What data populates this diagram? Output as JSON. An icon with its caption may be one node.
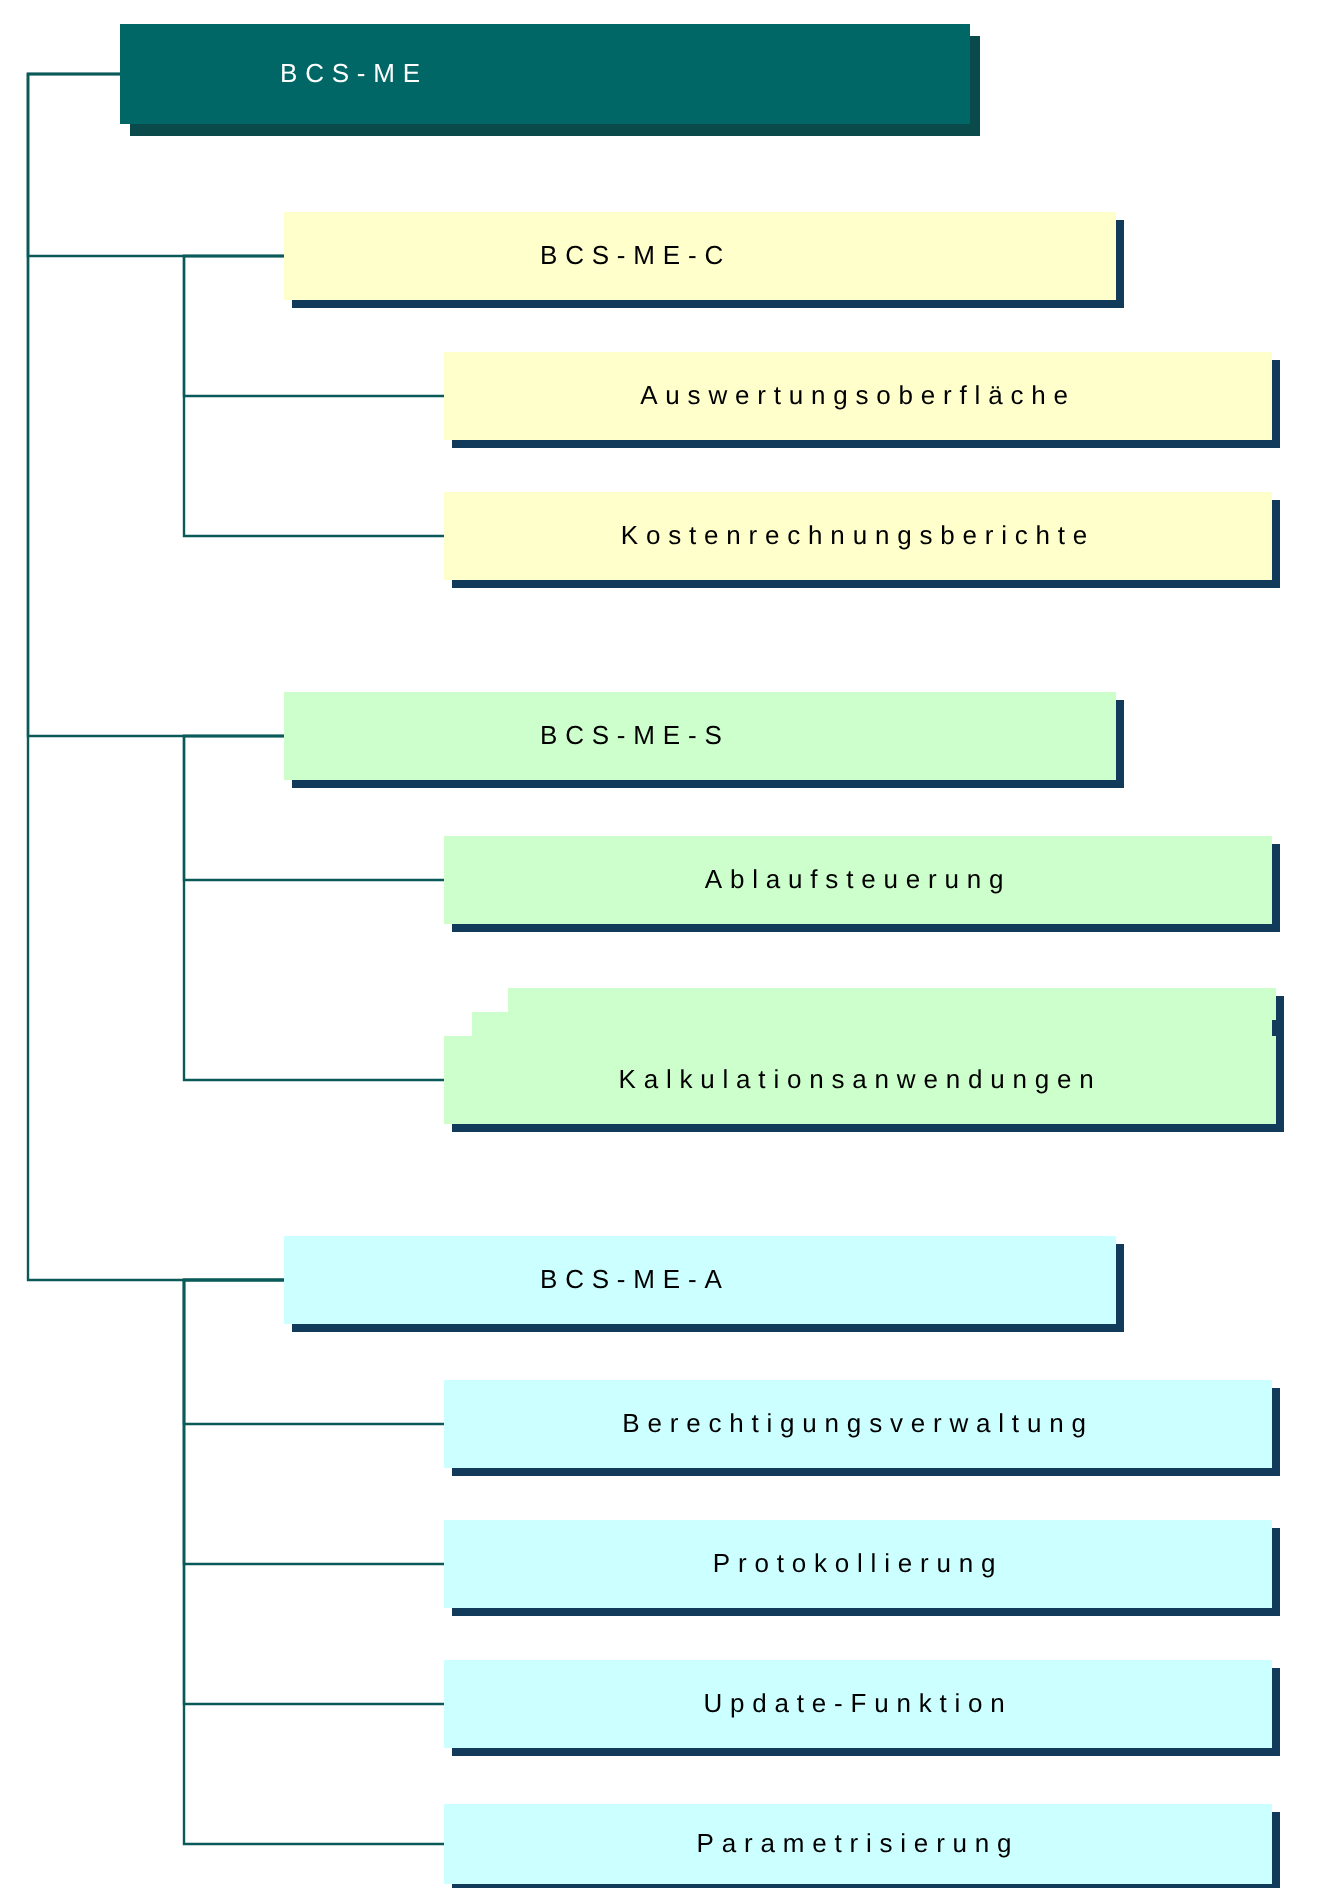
{
  "diagram": {
    "nodes": [
      {
        "text": [
          "BCS-ME"
        ]
      },
      {
        "text": [
          "BCS-ME-C"
        ]
      },
      {
        "text": [
          "Auswertungsoberfläche"
        ]
      },
      {
        "text": [
          "Kostenrechnungsberichte"
        ]
      },
      {
        "text": [
          "BCS-ME-S"
        ]
      },
      {
        "text": [
          "Ablaufsteuerung"
        ]
      },
      {
        "text": [
          "Kalkulationsanwendungen"
        ]
      },
      {
        "text": [
          "BCS-ME-A"
        ]
      },
      {
        "text": [
          "Berechtigungsverwaltung"
        ]
      },
      {
        "text": [
          "Protokollierung"
        ]
      },
      {
        "text": [
          "Update-Funktion"
        ]
      },
      {
        "text": [
          "Parametrisierung"
        ]
      }
    ],
    "edges": [
      {
        "from": 0,
        "to": 1,
        "arrow": "none"
      },
      {
        "from": 0,
        "to": 4,
        "arrow": "none"
      },
      {
        "from": 0,
        "to": 7,
        "arrow": "none"
      },
      {
        "from": 1,
        "to": 2,
        "arrow": "none"
      },
      {
        "from": 1,
        "to": 3,
        "arrow": "none"
      },
      {
        "from": 4,
        "to": 5,
        "arrow": "none"
      },
      {
        "from": 4,
        "to": 6,
        "arrow": "none"
      },
      {
        "from": 7,
        "to": 8,
        "arrow": "none"
      },
      {
        "from": 7,
        "to": 9,
        "arrow": "none"
      },
      {
        "from": 7,
        "to": 10,
        "arrow": "none"
      },
      {
        "from": 7,
        "to": 11,
        "arrow": "none"
      }
    ]
  }
}
